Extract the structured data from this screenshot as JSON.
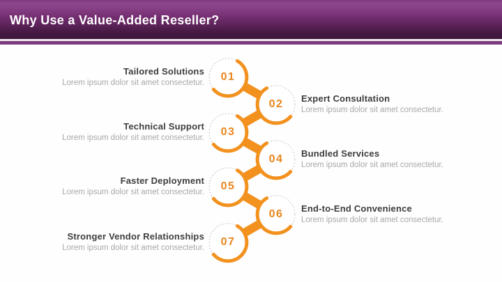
{
  "slide": {
    "title": "Why Use a Value-Added Reseller?"
  },
  "colors": {
    "accent_orange": "#F2911E",
    "number_orange": "#E8861E",
    "header_purple_light": "#8E478C",
    "header_purple_dark": "#3B153A",
    "band_purple": "#7C3B7C",
    "title_text": "#3D3D3D",
    "description_text": "#A8A8A8",
    "dotted_circle_border": "#C9C9C9"
  },
  "items": [
    {
      "number": "01",
      "title": "Tailored Solutions",
      "desc": "Lorem ipsum dolor sit amet consectetur.",
      "side": "left"
    },
    {
      "number": "02",
      "title": "Expert Consultation",
      "desc": "Lorem ipsum dolor sit amet consectetur.",
      "side": "right"
    },
    {
      "number": "03",
      "title": "Technical Support",
      "desc": "Lorem ipsum dolor sit amet consectetur.",
      "side": "left"
    },
    {
      "number": "04",
      "title": "Bundled Services",
      "desc": "Lorem ipsum dolor sit amet consectetur.",
      "side": "right"
    },
    {
      "number": "05",
      "title": "Faster Deployment",
      "desc": "Lorem ipsum dolor sit amet consectetur.",
      "side": "left"
    },
    {
      "number": "06",
      "title": "End-to-End Convenience",
      "desc": "Lorem ipsum dolor sit amet consectetur.",
      "side": "right"
    },
    {
      "number": "07",
      "title": "Stronger Vendor Relationships",
      "desc": "Lorem ipsum dolor sit amet consectetur.",
      "side": "left"
    }
  ]
}
